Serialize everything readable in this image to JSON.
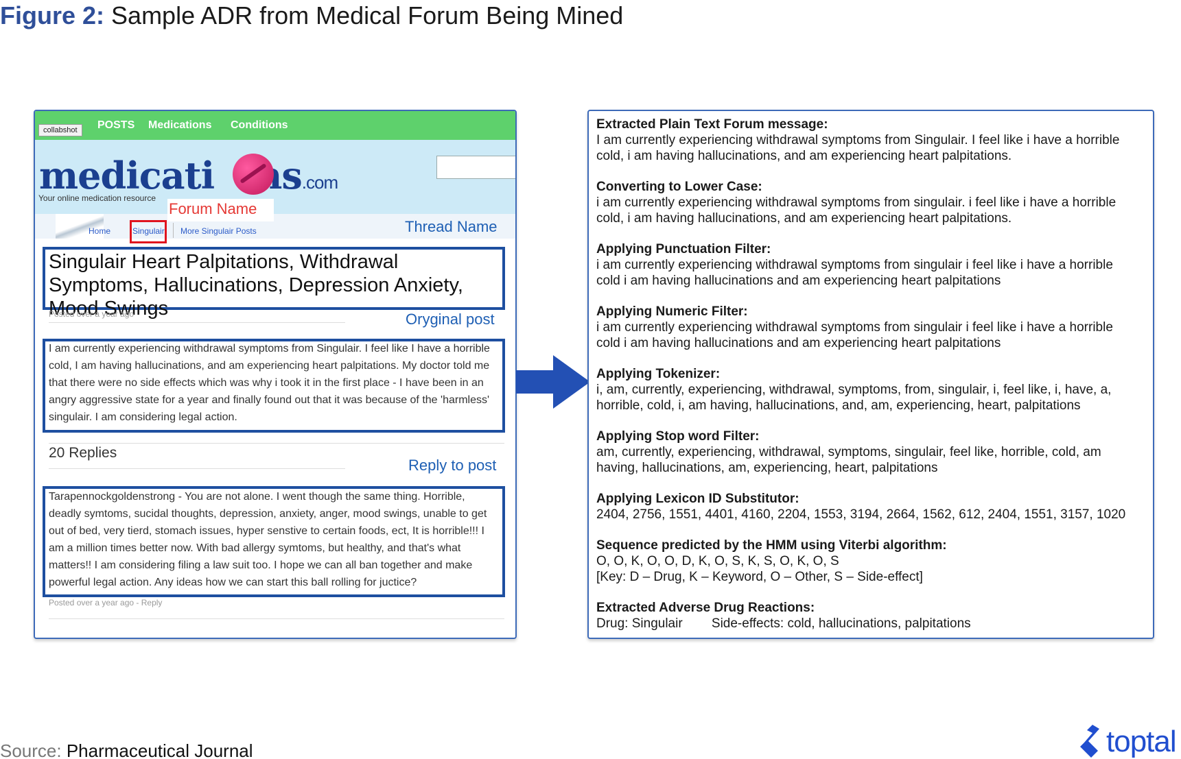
{
  "figure": {
    "number": "Figure 2:",
    "title": "Sample ADR from Medical Forum Being Mined"
  },
  "forum_screenshot": {
    "nav": [
      "POSTS",
      "Medications",
      "Conditions"
    ],
    "collabshot_label": "collabshot",
    "logo_text": "medicati",
    "logo_text_end": "ns",
    "logo_domain": ".com",
    "tagline": "Your online medication resource",
    "breadcrumb": [
      "Home",
      "Singulair",
      "More Singulair Posts"
    ],
    "thread_title": "Singulair Heart Palpitations, Withdrawal Symptoms, Hallucinations, Depression Anxiety, Mood Swings",
    "posted_meta": "Posted over a year ago",
    "original_post": "I am currently experiencing withdrawal symptoms from Singulair. I feel like I have a horrible cold, I am having hallucinations, and am experiencing heart palpitations. My doctor told me that there were no side effects which was why i took it in the first place - I have been in an angry aggressive state for a year and finally found out that it was because of the 'harmless' singulair. I am considering legal action.",
    "replies_count": "20 Replies",
    "reply_post": "Tarapennockgoldenstrong - You are not alone. I went though the same thing. Horrible, deadly symtoms, sucidal thoughts, depression, anxiety, anger, mood swings, unable to get out of bed, very tierd, stomach issues, hyper senstive to certain foods, ect, It is horrible!!! I am a million times better now. With bad allergy symtoms, but healthy, and that's what matters!! I am considering filing a law suit too. I hope we can all ban together and make powerful legal action. Any ideas how we can start this ball rolling for juctice?",
    "reply_meta": "Posted over a year ago - Reply",
    "annotations": {
      "forum_name": "Forum Name",
      "thread_name": "Thread Name",
      "original_post": "Oryginal post",
      "reply_to_post": "Reply to post"
    }
  },
  "pipeline_steps": [
    {
      "heading": "Extracted Plain Text Forum message:",
      "lines": [
        "I am currently experiencing withdrawal symptoms from Singulair. I feel like i have a horrible",
        "cold, i am having hallucinations, and am experiencing heart palpitations."
      ]
    },
    {
      "heading": "Converting to Lower Case:",
      "lines": [
        "i am currently experiencing withdrawal symptoms from singulair. i feel like i have a horrible",
        "cold, i am having hallucinations, and am experiencing heart palpitations."
      ]
    },
    {
      "heading": "Applying Punctuation Filter:",
      "lines": [
        "i am currently experiencing withdrawal symptoms from singulair  i feel like i have a horrible",
        "cold  i am having hallucinations  and am experiencing heart palpitations"
      ]
    },
    {
      "heading": "Applying Numeric Filter:",
      "lines": [
        "i am currently experiencing withdrawal symptoms from singulair i feel like i have a horrible",
        "cold i am having hallucinations and am experiencing heart palpitations"
      ]
    },
    {
      "heading": "Applying Tokenizer:",
      "lines": [
        "i, am, currently, experiencing, withdrawal, symptoms, from, singulair, i, feel like, i, have, a,",
        "horrible, cold, i, am having, hallucinations, and, am, experiencing, heart, palpitations"
      ]
    },
    {
      "heading": "Applying Stop word Filter:",
      "lines": [
        "am, currently, experiencing, withdrawal, symptoms, singulair, feel like, horrible, cold, am",
        "having, hallucinations, am, experiencing, heart, palpitations"
      ]
    },
    {
      "heading": "Applying Lexicon ID Substitutor:",
      "lines": [
        "2404, 2756, 1551, 4401, 4160, 2204, 1553, 3194, 2664, 1562, 612, 2404, 1551, 3157, 1020"
      ]
    },
    {
      "heading": "Sequence predicted by the HMM using Viterbi algorithm:",
      "lines": [
        "O, O, K, O, O, D, K, O, S, K, S, O, K, O, S",
        "[Key: D – Drug, K – Keyword, O – Other, S – Side-effect]"
      ]
    },
    {
      "heading": "Extracted Adverse Drug Reactions:",
      "lines": [
        "Drug: Singulair        Side-effects: cold, hallucinations, palpitations"
      ]
    }
  ],
  "source": {
    "label": "Source:",
    "value": "Pharmaceutical Journal"
  },
  "brand": "toptal",
  "colors": {
    "title_accent": "#2f4f99",
    "annotation_blue": "#1e5fb4",
    "annotation_red": "#e53935",
    "arrow": "#2350b4",
    "nav_green": "#5ed16c",
    "brand_blue": "#204ecf"
  }
}
